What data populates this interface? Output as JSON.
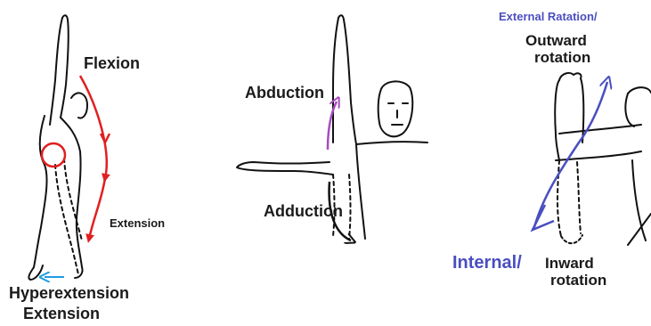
{
  "panels": [
    {
      "labels": {
        "flexion": "Flexion",
        "extension_small": "Extension",
        "hyperextension": "Hyperextension",
        "extension": "Extension"
      },
      "arrow_colors": {
        "flexion_arc": "#e02020",
        "hyperextension": "#1e9be0"
      }
    },
    {
      "labels": {
        "abduction": "Abduction",
        "adduction": "Adduction"
      },
      "arrow_colors": {
        "abduction": "#a84cc0",
        "adduction": "#111111"
      }
    },
    {
      "labels": {
        "external_rotation": "External Ratation/",
        "outward_line1": "Outward",
        "outward_line2": "rotation",
        "internal": "Internal/",
        "inward_line1": "Inward",
        "inward_line2": "rotation"
      },
      "arrow_colors": {
        "rotation": "#4a4ec0"
      }
    }
  ]
}
